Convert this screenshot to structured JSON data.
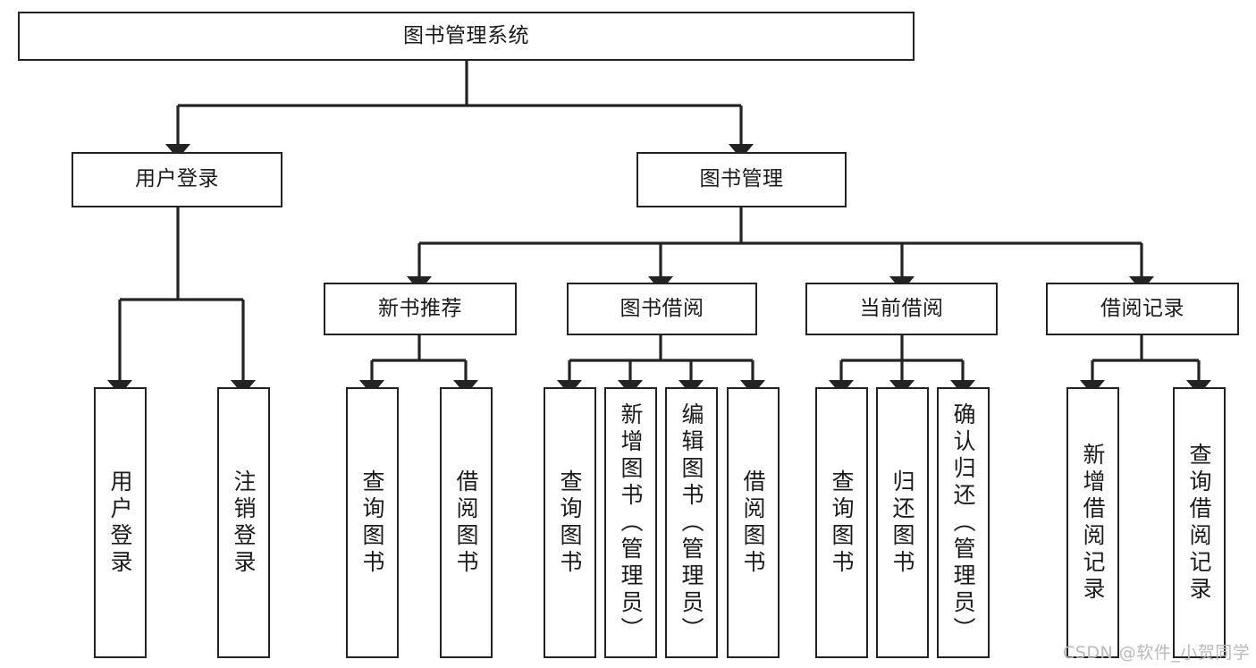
{
  "diagram": {
    "title": "图书管理系统",
    "type": "hierarchy-tree",
    "orientation": "top-down",
    "colors": {
      "box_border": "#232323",
      "box_fill": "#ffffff",
      "connector": "#232323",
      "text": "#1b1b1b",
      "watermark": "#b9b9b9",
      "background": "#ffffff"
    }
  },
  "root": {
    "label": "图书管理系统"
  },
  "level2": [
    {
      "label": "用户登录"
    },
    {
      "label": "图书管理"
    }
  ],
  "level3": [
    {
      "label": "新书推荐"
    },
    {
      "label": "图书借阅"
    },
    {
      "label": "当前借阅"
    },
    {
      "label": "借阅记录"
    }
  ],
  "leaves": {
    "user_login": [
      {
        "label": "用户登录"
      },
      {
        "label": "注销登录"
      }
    ],
    "new_book_recommend": [
      {
        "label": "查询图书"
      },
      {
        "label": "借阅图书"
      }
    ],
    "book_borrow": [
      {
        "label": "查询图书"
      },
      {
        "label": "新增图书（管理员）"
      },
      {
        "label": "编辑图书（管理员）"
      },
      {
        "label": "借阅图书"
      }
    ],
    "current_borrow": [
      {
        "label": "查询图书"
      },
      {
        "label": "归还图书"
      },
      {
        "label": "确认归还（管理员）"
      }
    ],
    "borrow_record": [
      {
        "label": "新增借阅记录"
      },
      {
        "label": "查询借阅记录"
      }
    ]
  },
  "watermark": {
    "text": "CSDN @软件_小贺同学"
  }
}
